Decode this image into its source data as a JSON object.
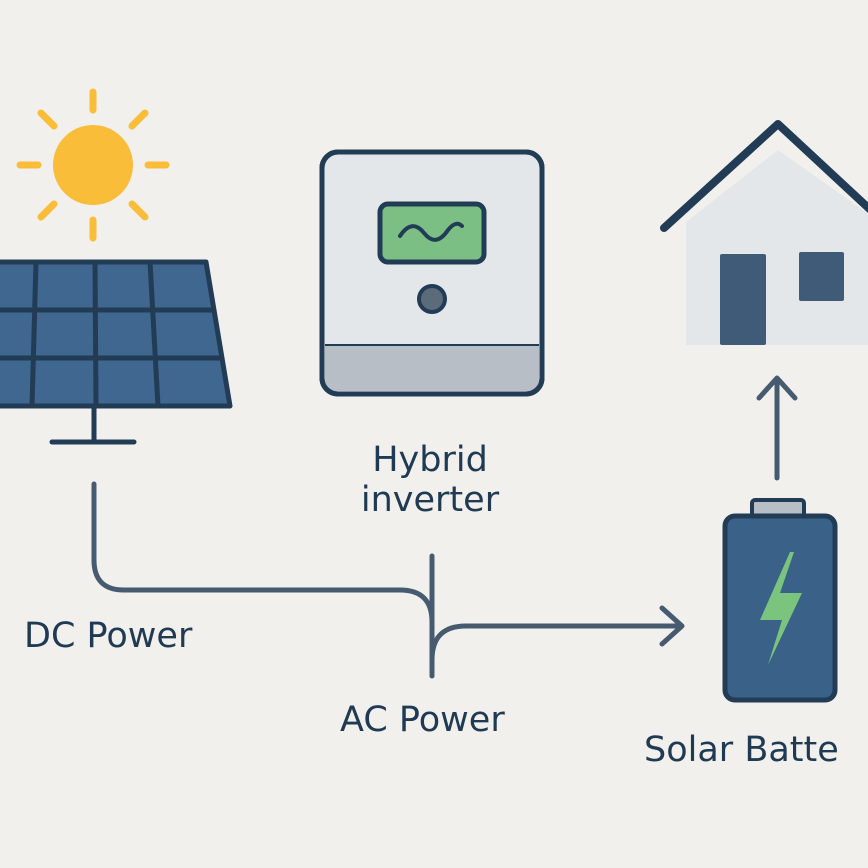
{
  "labels": {
    "inverter_line1": "Hybrid",
    "inverter_line2": "inverter",
    "dc_power": "DC Power",
    "ac_power": "AC Power",
    "solar_battery": "Solar Batte"
  },
  "colors": {
    "background": "#f1f0ed",
    "sun": "#f9bd3a",
    "panel": "#3f6790",
    "dark_line": "#223c55",
    "inverter_body": "#e4e7ea",
    "inverter_screen": "#7bbf84",
    "house_wall": "#e4e7ea",
    "battery": "#3a6187",
    "bolt": "#7bc47d",
    "flow_line": "#465b6f"
  },
  "icons": [
    "sun-icon",
    "solar-panel-icon",
    "inverter-icon",
    "house-icon",
    "battery-icon",
    "lightning-bolt-icon"
  ]
}
